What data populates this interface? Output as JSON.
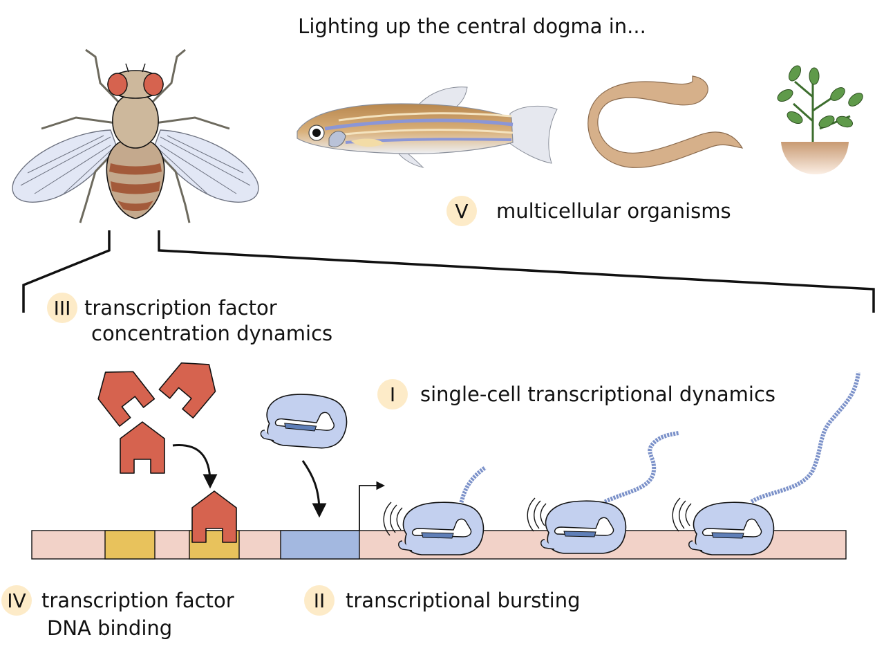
{
  "title": "Lighting up the central dogma in...",
  "sections": [
    {
      "numeral": "V",
      "lines": [
        "multicellular organisms"
      ]
    },
    {
      "numeral": "III",
      "lines": [
        "transcription factor",
        "concentration dynamics"
      ]
    },
    {
      "numeral": "I",
      "lines": [
        "single-cell transcriptional dynamics"
      ]
    },
    {
      "numeral": "IV",
      "lines": [
        "transcription factor",
        "DNA binding"
      ]
    },
    {
      "numeral": "II",
      "lines": [
        "transcriptional bursting"
      ]
    }
  ],
  "colors": {
    "badge": "#fdebc8",
    "tf": "#d6634f",
    "polymerase": "#c3d0ef",
    "polymerase_dark": "#5f7fb8",
    "rna": "#7b91c9",
    "dna": "#f2d2c8",
    "binding_site": "#e8c25c",
    "promoter": "#a3b8e0",
    "fish": "#c8985e",
    "worm": "#d6b08a",
    "plant": "#5f9a4a"
  },
  "icons": [
    "fly-icon",
    "zebrafish-icon",
    "worm-icon",
    "plant-icon"
  ]
}
